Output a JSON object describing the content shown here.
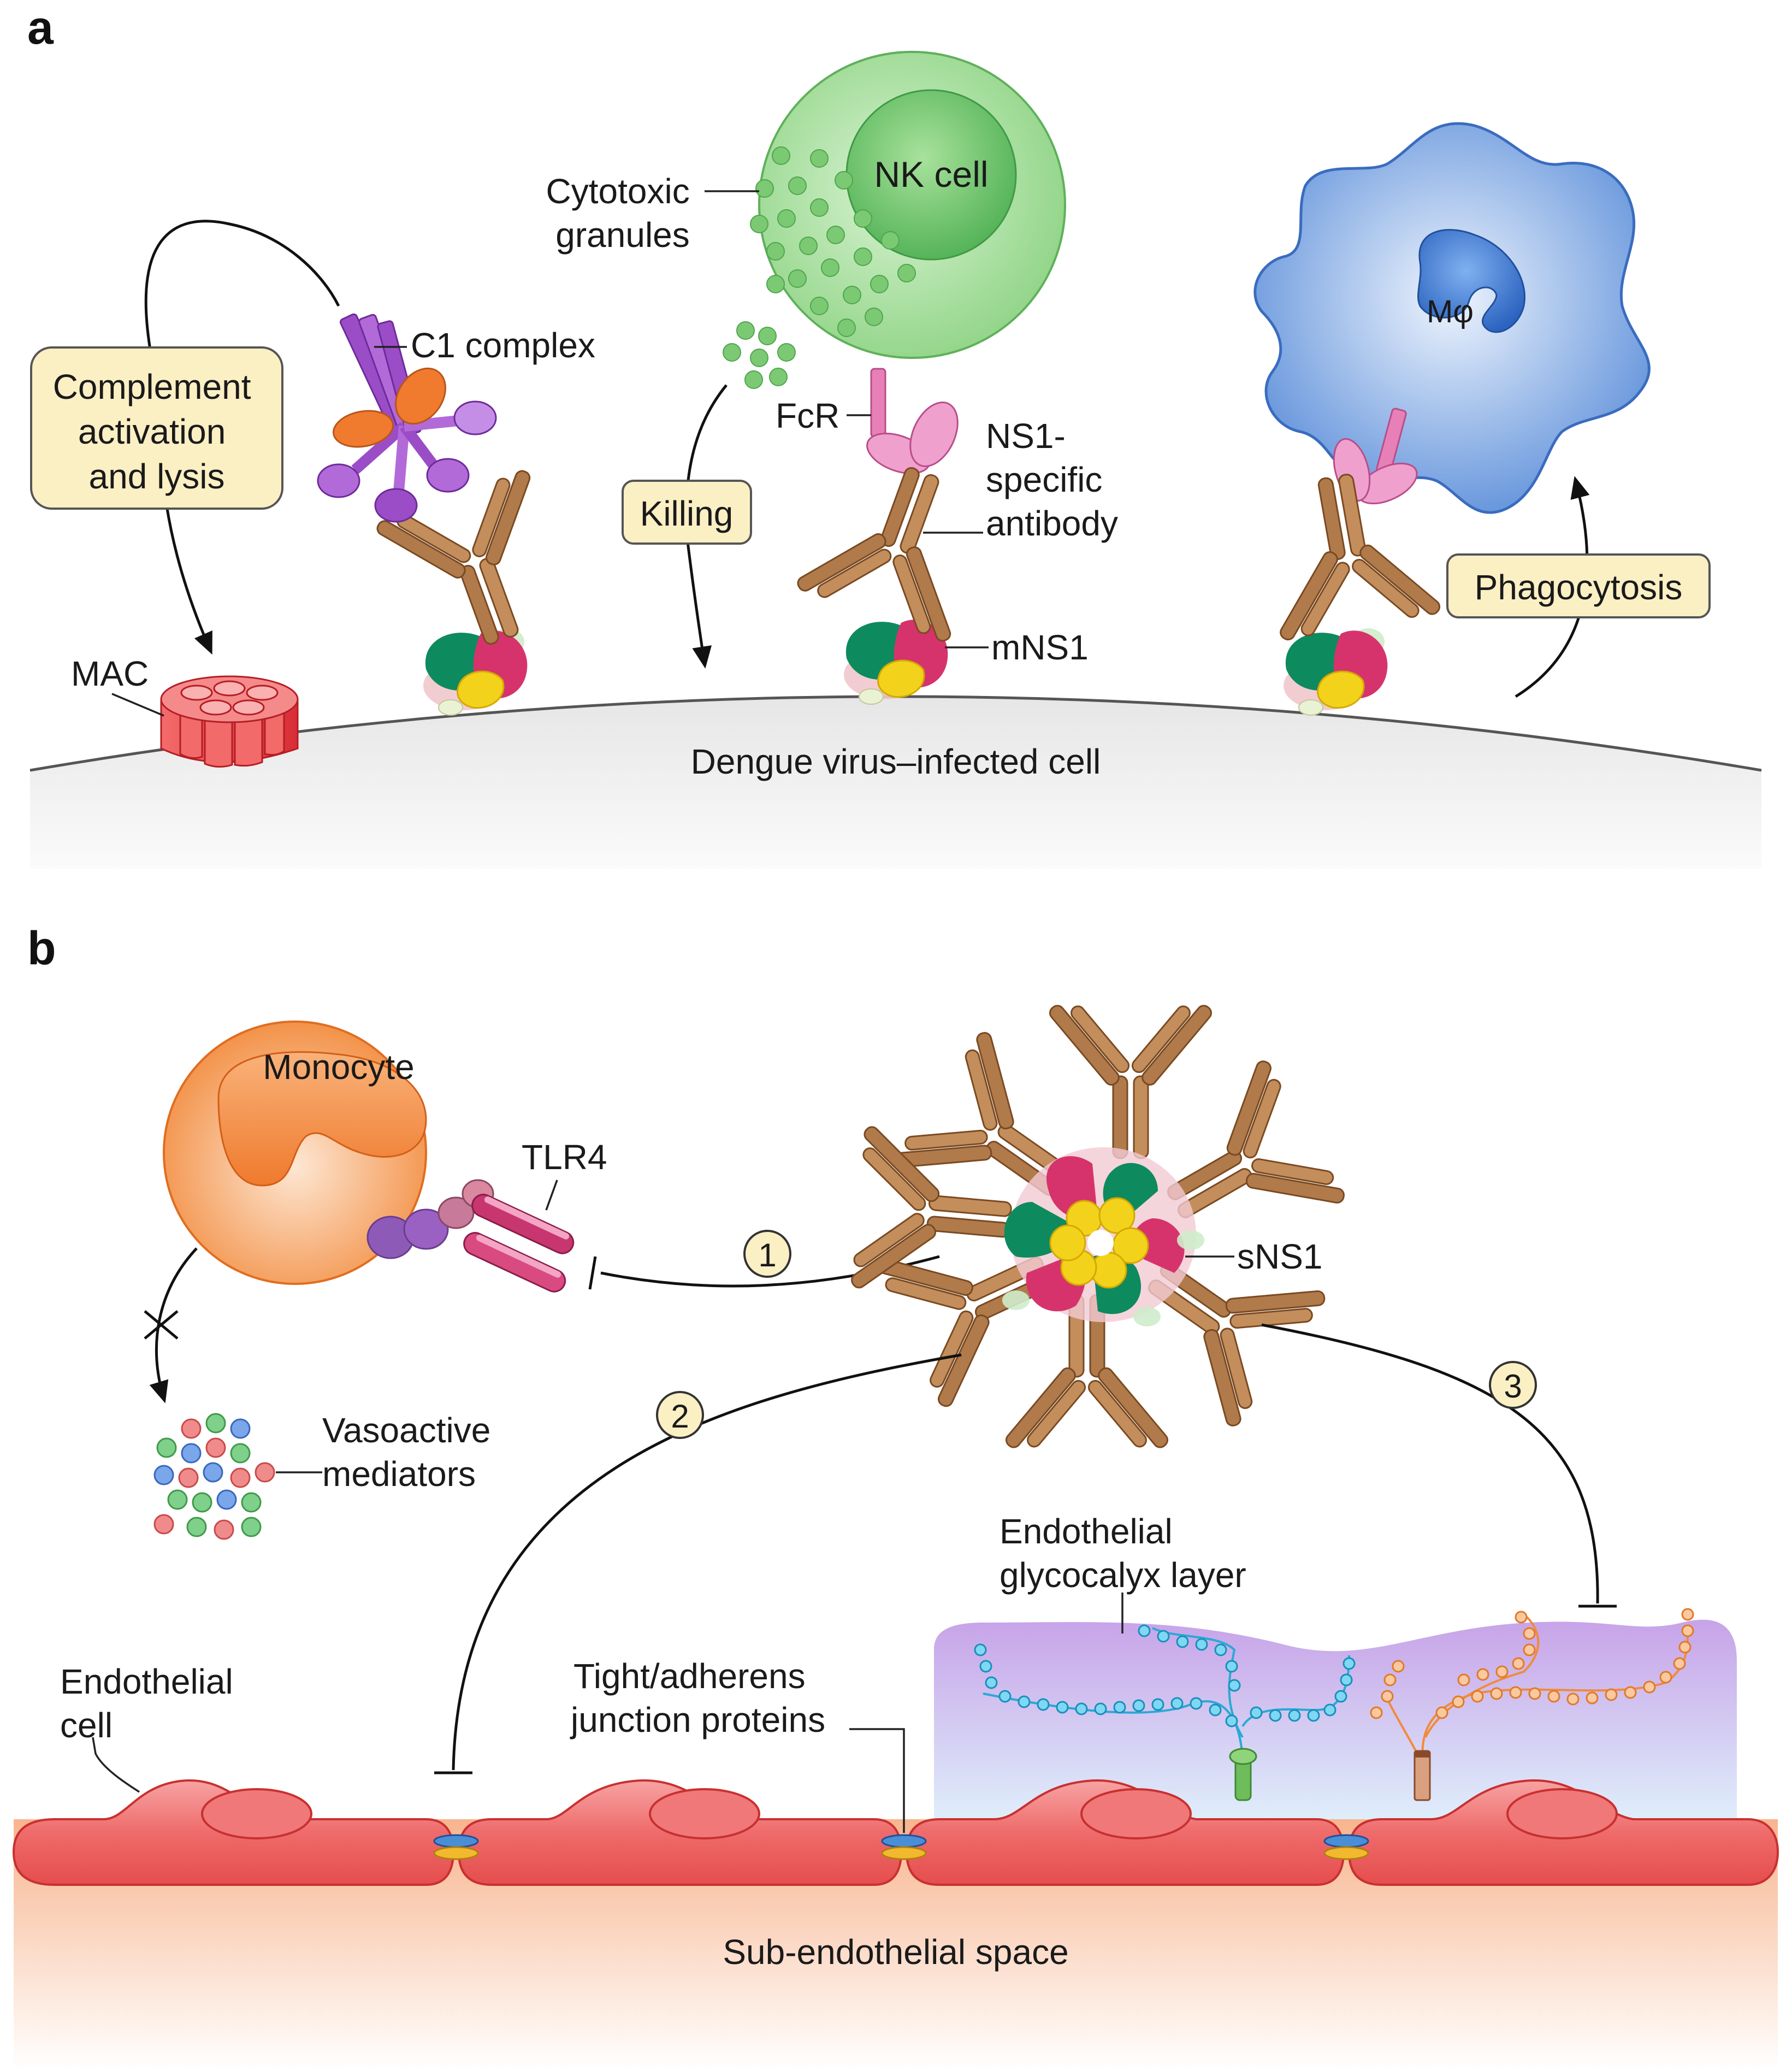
{
  "panels": [
    {
      "letter": "a"
    },
    {
      "letter": "b"
    }
  ],
  "panel_a": {
    "membrane_label": "Dengue virus–infected cell",
    "nk_cell": "NK cell",
    "cytotoxic": [
      "Cytotoxic",
      "granules"
    ],
    "c1_complex": "C1 complex",
    "fcr": "FcR",
    "ns1_antibody": [
      "NS1-",
      "specific",
      "antibody"
    ],
    "mns1": "mNS1",
    "mac": "MAC",
    "macrophage": "Mφ",
    "boxes": {
      "complement": [
        "Complement",
        "activation",
        "and lysis"
      ],
      "killing": "Killing",
      "phagocytosis": "Phagocytosis"
    }
  },
  "panel_b": {
    "monocyte": "Monocyte",
    "tlr4": "TLR4",
    "sns1": "sNS1",
    "vasoactive": [
      "Vasoactive",
      "mediators"
    ],
    "steps": [
      "1",
      "2",
      "3"
    ],
    "endothelial_cell": [
      "Endothelial",
      "cell"
    ],
    "junction": [
      "Tight/adherens",
      "junction proteins"
    ],
    "glycocalyx": [
      "Endothelial",
      "glycocalyx layer"
    ],
    "sub_space": "Sub-endothelial space"
  },
  "colors": {
    "nk_green": "#86d07a",
    "antibody_brown": "#b07a4b",
    "ns1_green": "#0e8a5f",
    "ns1_magenta": "#d6336c",
    "ns1_yellow": "#f3d21c",
    "c1_purple": "#9b4dc7",
    "c1_orange": "#f07a2e",
    "fcr_pink": "#e880b8",
    "macrophage_blue": "#5b8fd8",
    "monocyte_orange": "#f6a05a",
    "mac_red": "#e8383d",
    "box_fill": "#fbefc4",
    "endothelial_red": "#ef5b5b",
    "glycocalyx_purple": "#c9a6e6"
  }
}
